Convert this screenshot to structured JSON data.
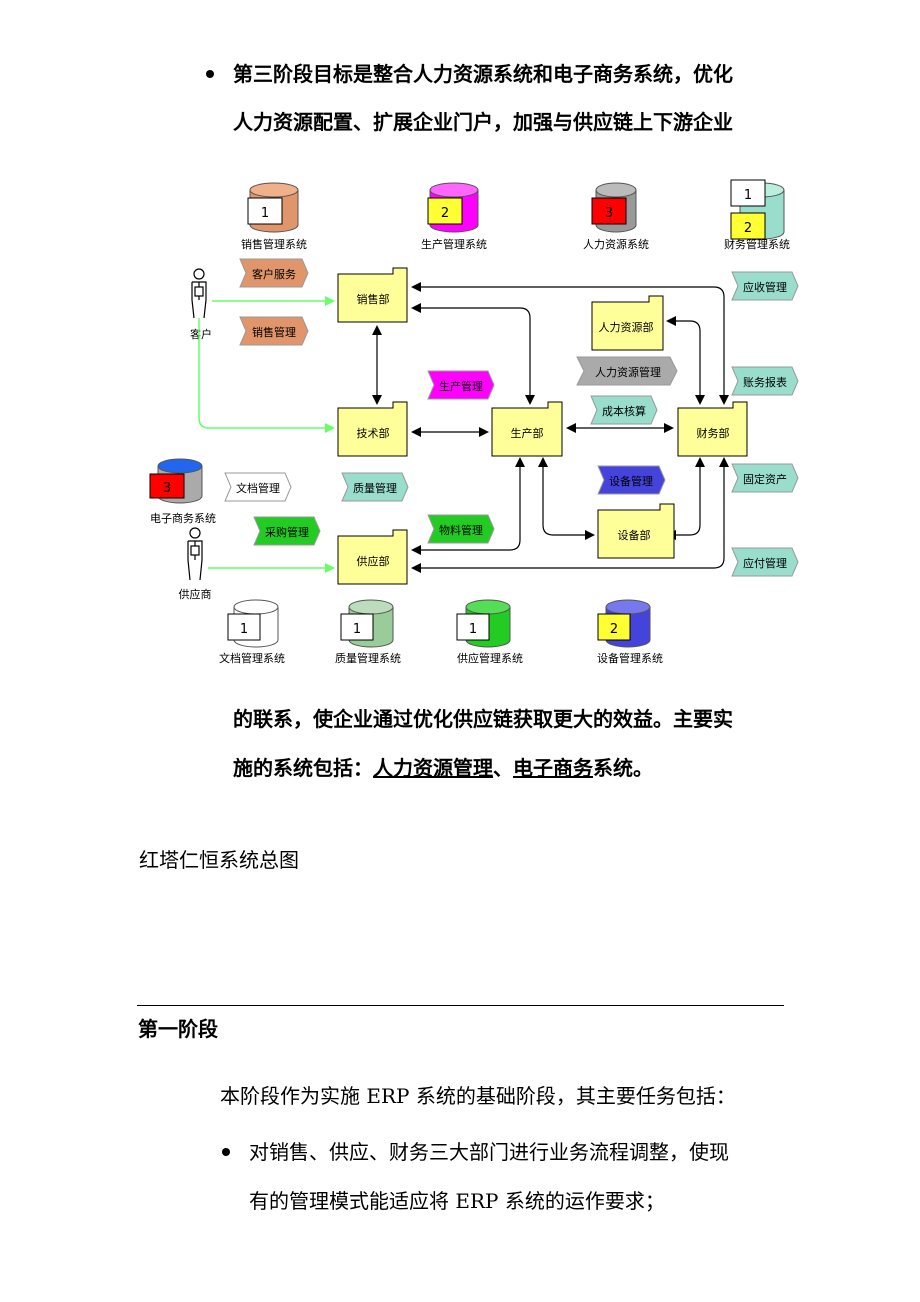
{
  "paragraph_top": {
    "line1": "第三阶段目标是整合人力资源系统和电子商务系统，优化",
    "line2": "人力资源配置、扩展企业门户，加强与供应链上下游企业"
  },
  "paragraph_mid": {
    "line1": "的联系，使企业通过优化供应链获取更大的效益。主要实",
    "line2_prefix": "施的系统包括：",
    "link_hr": "人力资源管理",
    "sep": "、",
    "link_ec": "电子商务",
    "line2_suffix": "系统。"
  },
  "caption": "红塔仁恒系统总图",
  "section_heading": "第一阶段",
  "section_intro": "本阶段作为实施 ERP 系统的基础阶段，其主要任务包括：",
  "bullet2": {
    "line1": "对销售、供应、财务三大部门进行业务流程调整，使现",
    "line2": "有的管理模式能适应将 ERP 系统的运作要求；"
  },
  "diagram": {
    "systems_top": [
      {
        "label": "销售管理系统",
        "num": "1"
      },
      {
        "label": "生产管理系统",
        "num": "2"
      },
      {
        "label": "人力资源系统",
        "num": "3"
      },
      {
        "label": "财务管理系统",
        "num_a": "1",
        "num_b": "2"
      }
    ],
    "systems_bottom": [
      {
        "label": "文档管理系统",
        "num": "1"
      },
      {
        "label": "质量管理系统",
        "num": "1"
      },
      {
        "label": "供应管理系统",
        "num": "1"
      },
      {
        "label": "设备管理系统",
        "num": "2"
      }
    ],
    "ecommerce": {
      "label": "电子商务系统",
      "num": "3"
    },
    "actors": {
      "customer": "客户",
      "supplier": "供应商"
    },
    "departments": {
      "sales": "销售部",
      "tech": "技术部",
      "production": "生产部",
      "finance": "财务部",
      "hr": "人力资源部",
      "equipment": "设备部",
      "supply": "供应部"
    },
    "tags": {
      "customer_service": "客户服务",
      "sales_mgmt": "销售管理",
      "production_mgmt": "生产管理",
      "hr_mgmt": "人力资源管理",
      "cost_accounting": "成本核算",
      "doc_mgmt": "文档管理",
      "quality_mgmt": "质量管理",
      "equipment_mgmt": "设备管理",
      "purchase_mgmt": "采购管理",
      "material_mgmt": "物料管理",
      "receivable": "应收管理",
      "accounting_report": "账务报表",
      "fixed_assets": "固定资产",
      "payable": "应付管理"
    },
    "colors": {
      "sales_db": "#e0956a",
      "production_db": "#ff00ff",
      "hr_db": "#cc0000",
      "finance_db": "#99ddcc",
      "doc_db": "#ffffff",
      "quality_db": "#99cc99",
      "supply_db": "#22cc22",
      "equipment_db": "#4444dd",
      "ecommerce_db": "#2266ee",
      "dept_fill": "#ffff99",
      "num_yellow": "#ffff33",
      "num_red": "#ff0000",
      "green_arrow": "#66ff66"
    }
  }
}
